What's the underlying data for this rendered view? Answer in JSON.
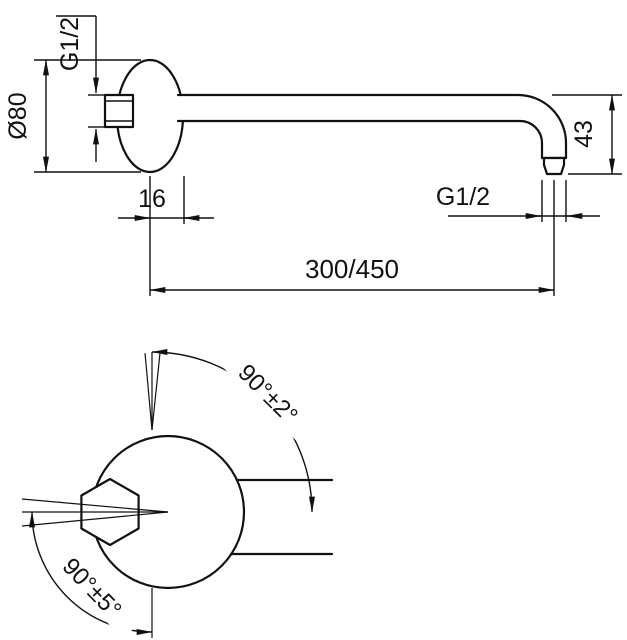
{
  "page": {
    "background_color": "#ffffff",
    "line_color": "#111111"
  },
  "views": {
    "side": {
      "name": "shower-arm-side-view",
      "labels": {
        "wall_thread": "G1/2",
        "flange_diameter": "Ø80",
        "flange_depth": "16",
        "outlet_thread": "G1/2",
        "outlet_drop": "43",
        "arm_length": "300/450"
      }
    },
    "front": {
      "name": "shower-arm-front-view",
      "labels": {
        "upper_angle": "90°±2°",
        "lower_angle": "90°±5°"
      }
    }
  }
}
